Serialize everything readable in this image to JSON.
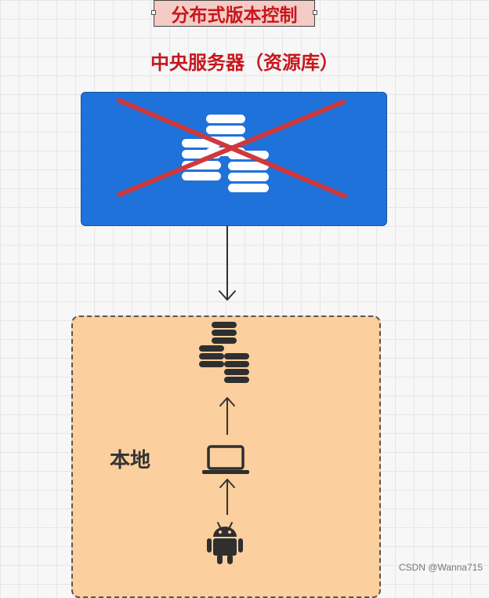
{
  "title": "分布式版本控制",
  "server": {
    "label": "中央服务器（资源库）",
    "icon": "database-stack-icon",
    "crossed_out": true,
    "color": "#1f72d9",
    "cross_color": "#d0383b"
  },
  "local": {
    "label": "本地",
    "color": "#fccf9e",
    "icons": [
      "database-stack-icon",
      "laptop-icon",
      "android-icon"
    ]
  },
  "watermark": "CSDN @Wanna715"
}
